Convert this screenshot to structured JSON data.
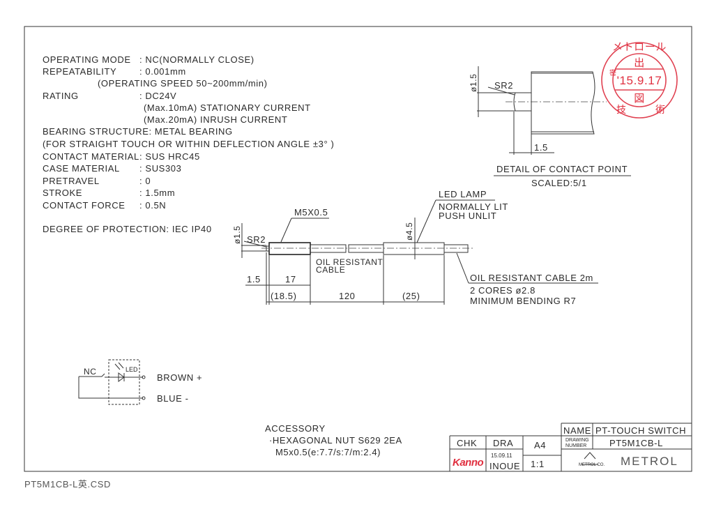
{
  "specs": [
    {
      "label": "OPERATING MODE",
      "value": ": NC(NORMALLY CLOSE)"
    },
    {
      "label": "REPEATABILITY",
      "value": ": 0.001mm"
    },
    {
      "label": "",
      "value": "(OPERATING SPEED  50~200mm/min)"
    },
    {
      "label": "RATING",
      "value": ": DC24V"
    },
    {
      "label": "",
      "value": "(Max.10mA) STATIONARY CURRENT"
    },
    {
      "label": "",
      "value": "(Max.20mA) INRUSH CURRENT"
    },
    {
      "label": "BEARING STRUCTURE: METAL BEARING",
      "value": ""
    },
    {
      "label": " (FOR STRAIGHT TOUCH OR WITHIN DEFLECTION ANGLE ±3° )",
      "value": ""
    },
    {
      "label": "CONTACT MATERIAL",
      "value": ": SUS HRC45"
    },
    {
      "label": "CASE MATERIAL",
      "value": ": SUS303"
    },
    {
      "label": "PRETRAVEL",
      "value": ": 0"
    },
    {
      "label": "STROKE",
      "value": ": 1.5mm"
    },
    {
      "label": "CONTACT FORCE",
      "value": ": 0.5N"
    },
    {
      "label": "DEGREE OF PROTECTION: IEC IP40",
      "value": ""
    }
  ],
  "detail": {
    "title": "DETAIL OF CONTACT POINT",
    "scale": "SCALED:5/1",
    "dia": "ø1.5",
    "sr": "SR2",
    "len": "1.5"
  },
  "main": {
    "thread": "M5X0.5",
    "dia_tip": "ø1.5",
    "sr": "SR2",
    "dia_led": "ø4.5",
    "led_lamp": "LED LAMP",
    "led_note1": "NORMALLY LIT",
    "led_note2": "PUSH UNLIT",
    "oil_cable1": "OIL RESISTANT",
    "oil_cable2": "CABLE",
    "cable_title": "OIL RESISTANT CABLE 2m",
    "cable_note1": "2 CORES ø2.8",
    "cable_note2": "MINIMUM BENDING R7",
    "dims": [
      "1.5",
      "17",
      "(18.5)",
      "120",
      "(25)"
    ]
  },
  "circuit": {
    "nc": "NC",
    "led": "LED",
    "brown": "BROWN +",
    "blue": "BLUE  -"
  },
  "accessory": {
    "title": "ACCESSORY",
    "line1": "·HEXAGONAL NUT  S629  2EA",
    "line2": "M5x0.5(e:7.7/s:7/m:2.4)"
  },
  "title_block": {
    "chk": "CHK",
    "dra": "DRA",
    "size": "A4",
    "checker_sign": "Kanno",
    "date": "15.09.11",
    "drafter": "INOUE",
    "scale": "1:1",
    "name_label": "NAME",
    "name_value": "PT-TOUCH SWITCH",
    "drawing_label1": "DRAWING",
    "drawing_label2": "NUMBER",
    "drawing_number": "PT5M1CB-L",
    "company": "METROL",
    "logo_text": "METROL CO."
  },
  "stamp": {
    "top": "メトロール",
    "mid1": "出",
    "date": "'15.9.17",
    "mid2": "図",
    "bottom1": "技",
    "bottom2": "術",
    "left": "密"
  },
  "filename": "PT5M1CB-L英.CSD",
  "colors": {
    "stamp": "#e03040",
    "line": "#333333"
  }
}
